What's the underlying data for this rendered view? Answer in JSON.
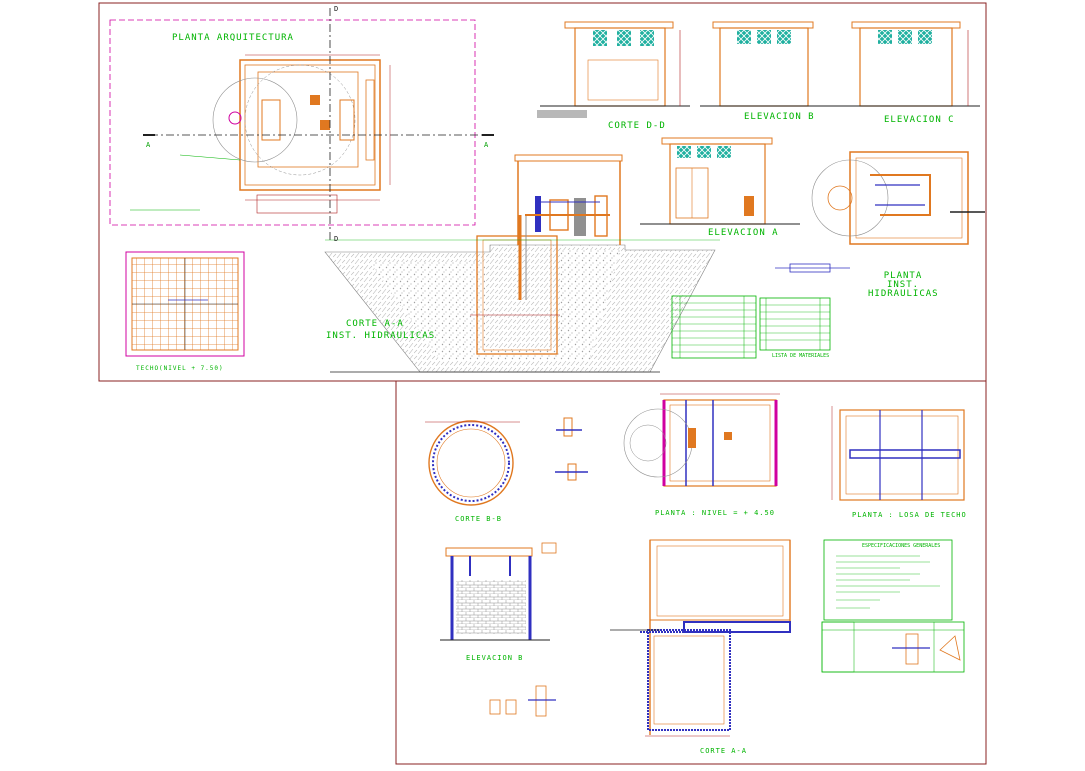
{
  "drawing": {
    "colors": {
      "background": "#ffffff",
      "frame": "#8a2020",
      "wall": "#e07820",
      "steel": "#3030c0",
      "text": "#00b400",
      "magenta": "#d000a0",
      "dim": "#b02020",
      "fill": "#b8b8b8",
      "axis": "#202020"
    },
    "labels": {
      "planta_arq": "PLANTA ARQUITECTURA",
      "corte_dd": "CORTE D-D",
      "elev_b_top": "ELEVACION B",
      "elev_c": "ELEVACION C",
      "elev_a": "ELEVACION A",
      "planta_hid": "PLANTA INST. HIDRAULICAS",
      "corte_aa_1": "CORTE A-A",
      "corte_aa_2": "INST. HIDRAULICAS",
      "techo": "TECHO(NIVEL + 7.50)",
      "lista": "LISTA DE MATERIALES",
      "corte_bb": "CORTE B-B",
      "planta_n450": "PLANTA : NIVEL = + 4.50",
      "planta_losa": "PLANTA : LOSA DE TECHO",
      "esp": "ESPECIFICACIONES GENERALES",
      "elev_b_bot": "ELEVACION B",
      "corte_aa_bot": "CORTE A-A"
    },
    "axis_markers": {
      "d": "D",
      "a": "A"
    }
  }
}
